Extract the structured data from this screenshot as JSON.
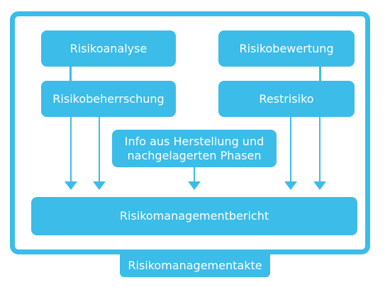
{
  "diagram": {
    "boxes": {
      "risikoanalyse": "Risikoanalyse",
      "risikobewertung": "Risikobewertung",
      "risikobeherrschung": "Risikobeherrschung",
      "restrisiko": "Restrisiko",
      "info_line1": "Info aus Herstellung und",
      "info_line2": "nachgelagerten Phasen",
      "bericht": "Risikomanagementbericht"
    },
    "container_label": "Risikomanagementakte",
    "colors": {
      "accent": "#3cbce8",
      "text": "#ffffff",
      "background": "#ffffff"
    }
  }
}
